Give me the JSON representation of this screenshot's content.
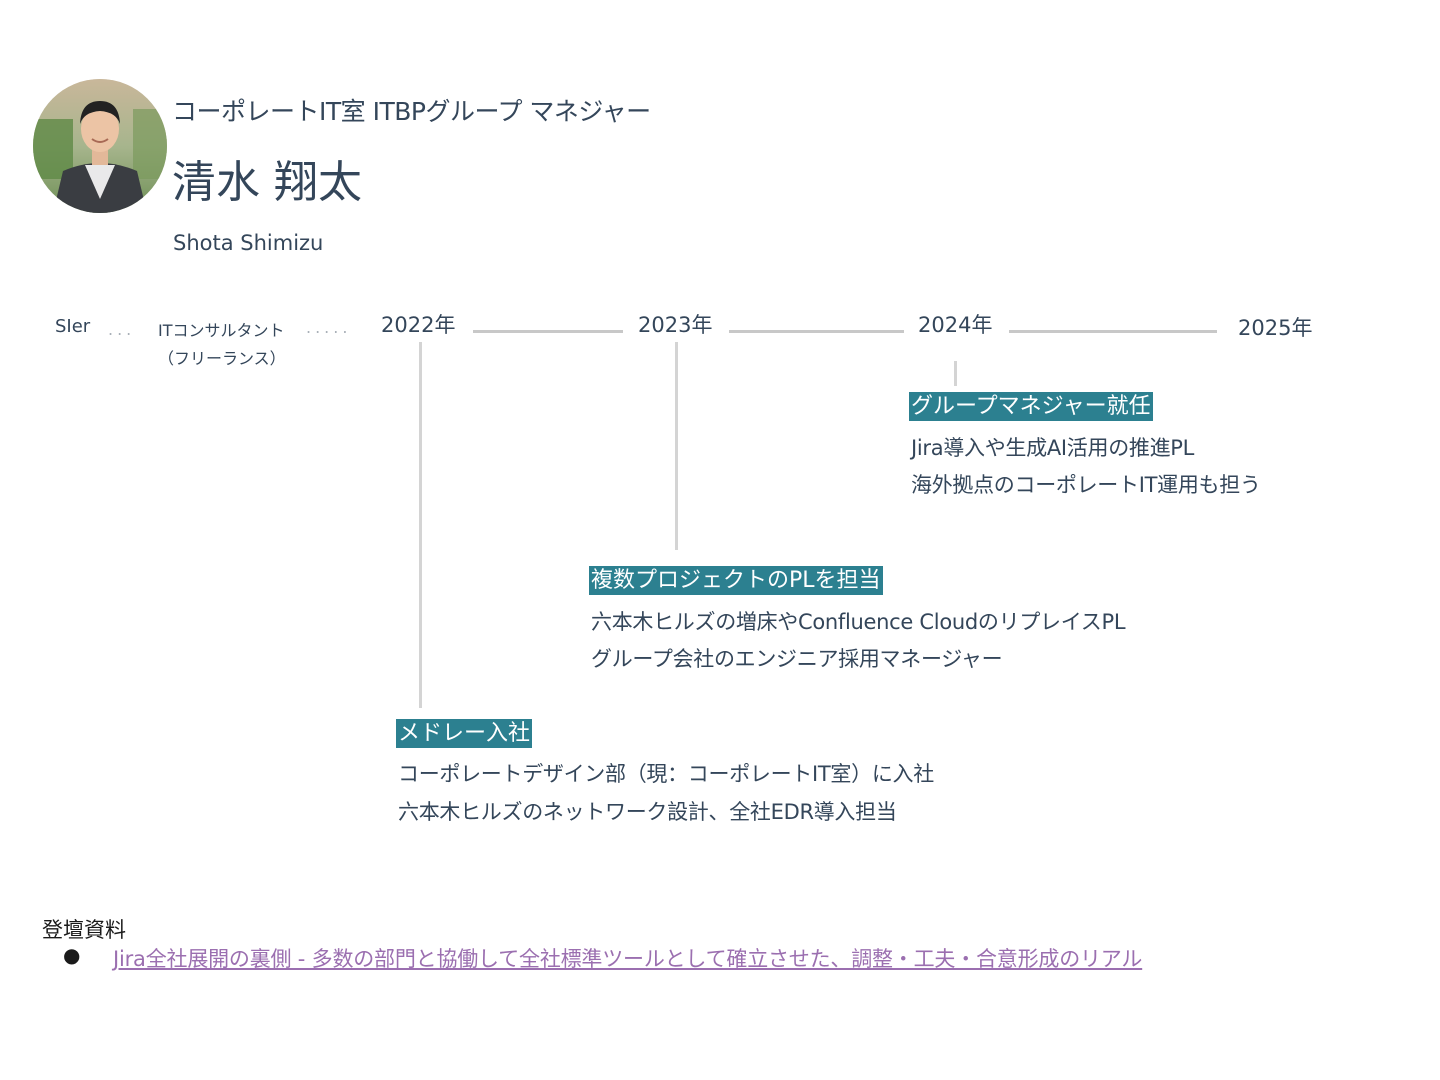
{
  "profile": {
    "role": "コーポレートIT室 ITBPグループ マネジャー",
    "name": "清水 翔太",
    "romaji": "Shota Shimizu"
  },
  "timeline": {
    "early": {
      "sier": "SIer",
      "consultant_line1": "ITコンサルタント",
      "consultant_line2": "（フリーランス）",
      "dots_short": "...",
      "dots_long": "....."
    },
    "years": [
      "2022年",
      "2023年",
      "2024年",
      "2025年"
    ],
    "events": [
      {
        "title": "グループマネジャー就任",
        "lines": [
          "Jira導入や生成AI活用の推進PL",
          "海外拠点のコーポレートIT運用も担う"
        ]
      },
      {
        "title": "複数プロジェクトのPLを担当",
        "lines": [
          "六本木ヒルズの増床やConfluence CloudのリプレイスPL",
          "グループ会社のエンジニア採用マネージャー"
        ]
      },
      {
        "title": "メドレー入社",
        "lines": [
          "コーポレートデザイン部（現：コーポレートIT室）に入社",
          "六本木ヒルズのネットワーク設計、全社EDR導入担当"
        ]
      }
    ]
  },
  "references": {
    "heading": "登壇資料",
    "bullet": "●",
    "items": [
      "Jira全社展開の裏側 - 多数の部門と協働して全社標準ツールとして確立させた、調整・工夫・合意形成のリアル"
    ]
  },
  "colors": {
    "text": "#34465a",
    "highlight": "#2c8090",
    "link": "#9b6fb0",
    "timeline_line": "#c8c8c8"
  },
  "icons": {
    "avatar": "person-photo"
  }
}
